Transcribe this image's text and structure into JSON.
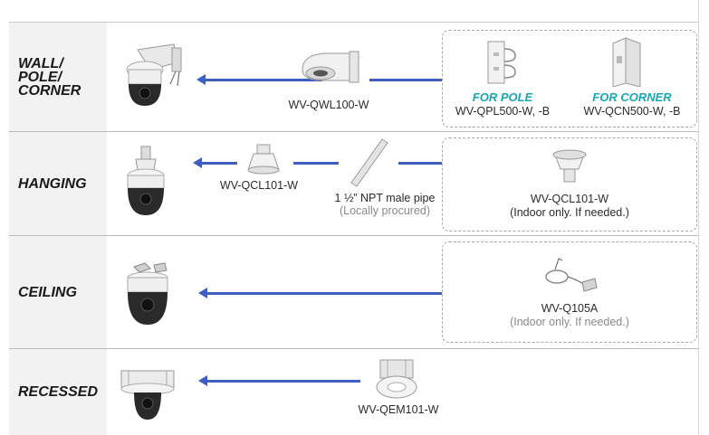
{
  "rows": [
    {
      "label": "WALL/\nPOLE/\nCORNER",
      "main_part": "WV-QWL100-W",
      "options": [
        {
          "heading": "FOR POLE",
          "part": "WV-QPL500-W, -B"
        },
        {
          "heading": "FOR CORNER",
          "part": "WV-QCN500-W, -B"
        }
      ]
    },
    {
      "label": "HANGING",
      "main_part": "WV-QCL101-W",
      "pipe": "1 ½” NPT male pipe",
      "pipe_note": "(Locally procured)",
      "option_part": "WV-QCL101-W",
      "option_note": "(Indoor only. If needed.)"
    },
    {
      "label": "CEILING",
      "option_part": "WV-Q105A",
      "option_note": "(Indoor only. If needed.)"
    },
    {
      "label": "RECESSED",
      "main_part": "WV-QEM101-W"
    }
  ],
  "colors": {
    "arrow": "#3d5fbf",
    "accent": "#18a6b2",
    "label_bg": "#f2f2f2"
  }
}
